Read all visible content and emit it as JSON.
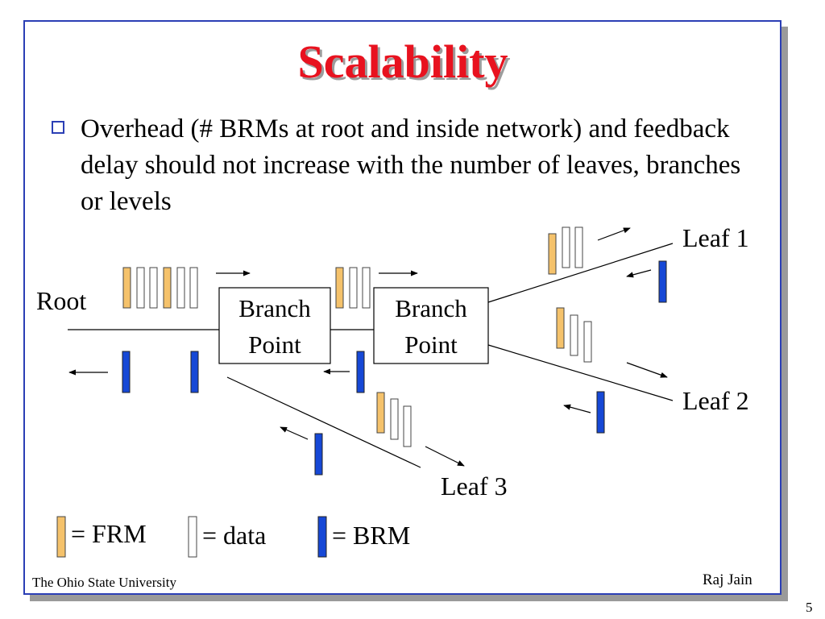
{
  "slide": {
    "title": "Scalability",
    "bullet": "Overhead (# BRMs at root and inside network) and feedback delay should not increase with the number of leaves, branches or levels",
    "footer_left": "The Ohio State University",
    "footer_right": "Raj Jain",
    "page_number": "5"
  },
  "diagram": {
    "root_label": "Root",
    "branch_point_1": [
      "Branch",
      "Point"
    ],
    "branch_point_2": [
      "Branch",
      "Point"
    ],
    "leaf_1": "Leaf 1",
    "leaf_2": "Leaf 2",
    "leaf_3": "Leaf 3"
  },
  "legend": {
    "frm": "= FRM",
    "data": "= data",
    "brm": "= BRM"
  },
  "colors": {
    "frm": "#f5c26b",
    "data": "#ffffff",
    "brm": "#1648d6",
    "title": "#e8121f",
    "frame": "#2b3fb5"
  }
}
